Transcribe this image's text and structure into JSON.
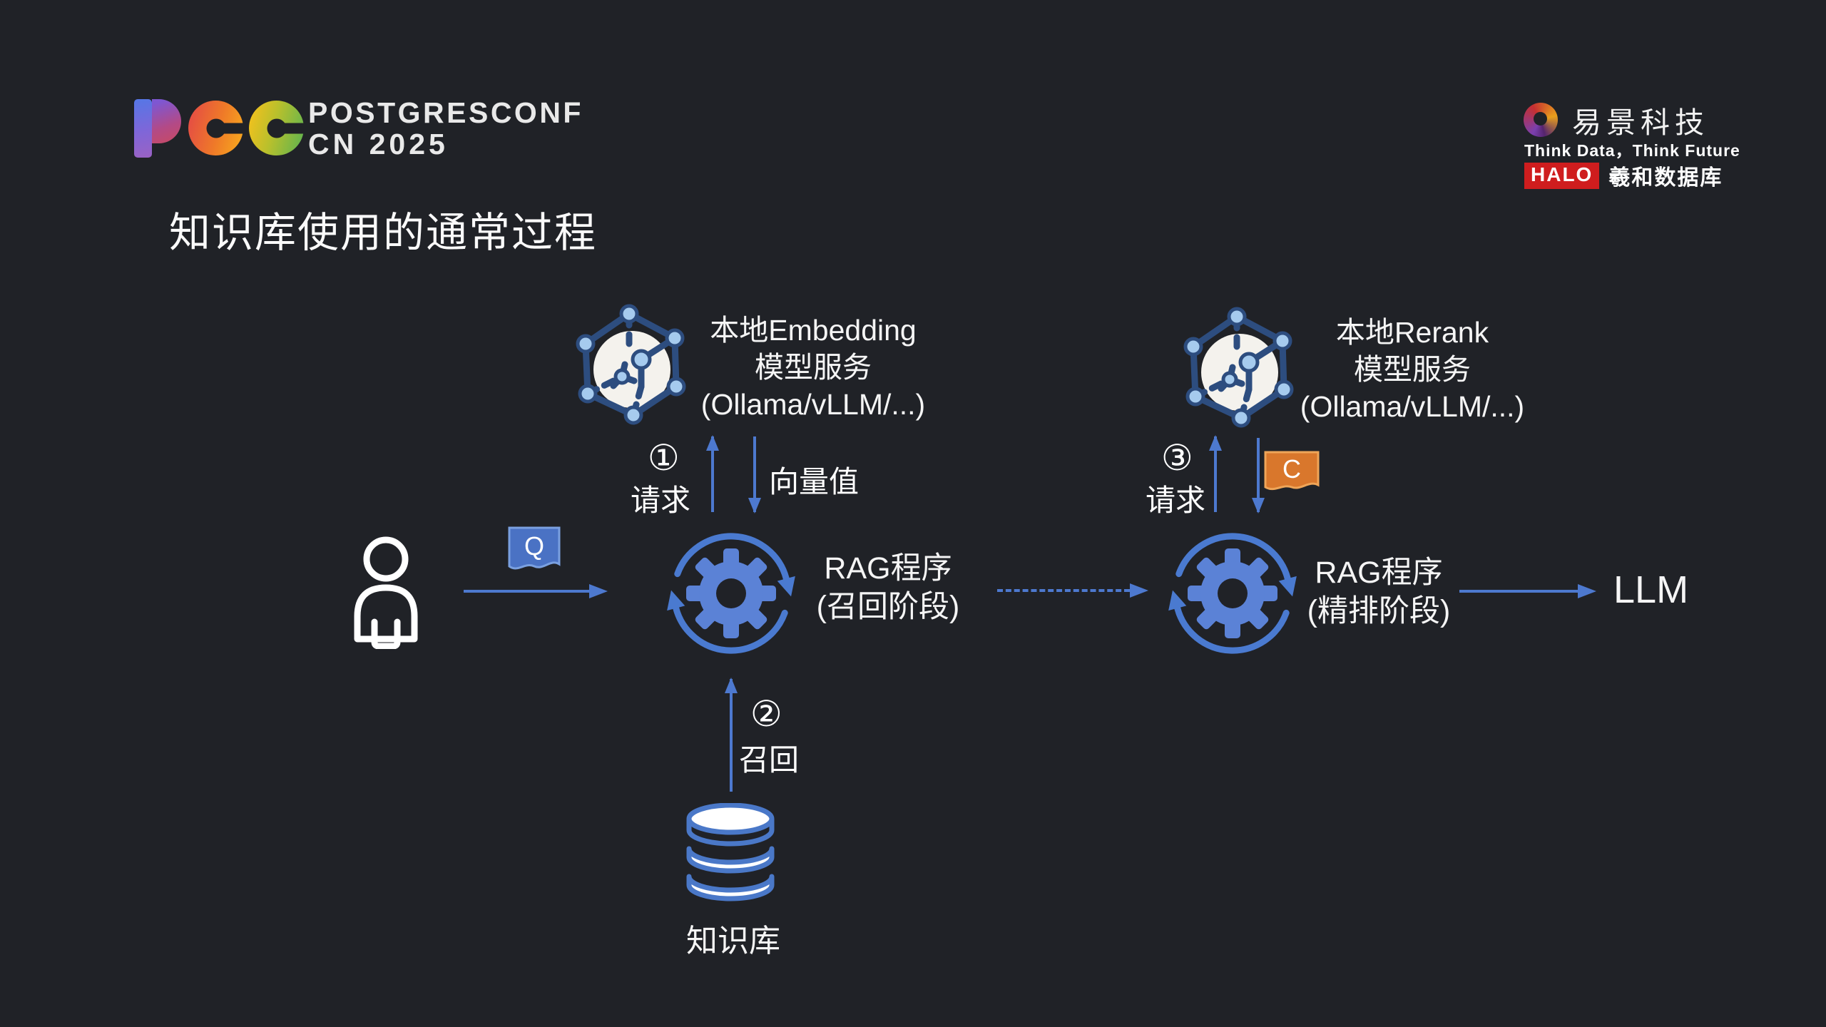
{
  "slide": {
    "title": "知识库使用的通常过程"
  },
  "header": {
    "pcc": {
      "letters": "PCC",
      "line1": "POSTGRESCONF",
      "line2": "CN 2025"
    },
    "brand": {
      "company": "易景科技",
      "tagline": "Think Data，Think Future",
      "badge": "HALO",
      "product": "羲和数据库"
    }
  },
  "diagram": {
    "q_doc": {
      "label": "Q"
    },
    "c_doc": {
      "label": "C"
    },
    "embedding": {
      "line1": "本地Embedding",
      "line2": "模型服务",
      "line3": "(Ollama/vLLM/...)"
    },
    "rerank": {
      "line1": "本地Rerank",
      "line2": "模型服务",
      "line3": "(Ollama/vLLM/...)"
    },
    "rag_recall": {
      "line1": "RAG程序",
      "line2": "(召回阶段)"
    },
    "rag_refine": {
      "line1": "RAG程序",
      "line2": "(精排阶段)"
    },
    "step1_num": "①",
    "step1_label": "请求",
    "vector_label": "向量值",
    "step2_num": "②",
    "step2_label": "召回",
    "step3_num": "③",
    "step3_label": "请求",
    "kb_label": "知识库",
    "llm_label": "LLM"
  },
  "icons": {
    "user": "person-icon",
    "rag_program": "gear-cycle-icon",
    "model_service": "network-cube-icon",
    "knowledge_base": "database-icon",
    "query_doc": "document-q-icon",
    "chunk_doc": "document-c-icon"
  },
  "colors": {
    "background": "#202227",
    "text": "#f5f5f5",
    "arrow_blue": "#4d79cf",
    "gear_blue": "#5b82d6",
    "cycle_blue": "#4a7ad0",
    "node_edge": "#2d4d7f",
    "node_dot": "#a6cbee",
    "db_stroke": "#4a78c8",
    "doc_q_fill": "#4a72c4",
    "doc_q_stroke": "#7aa0e0",
    "doc_c_fill": "#d9772c",
    "doc_c_stroke": "#efa558",
    "halo_red": "#cf1d1e"
  }
}
